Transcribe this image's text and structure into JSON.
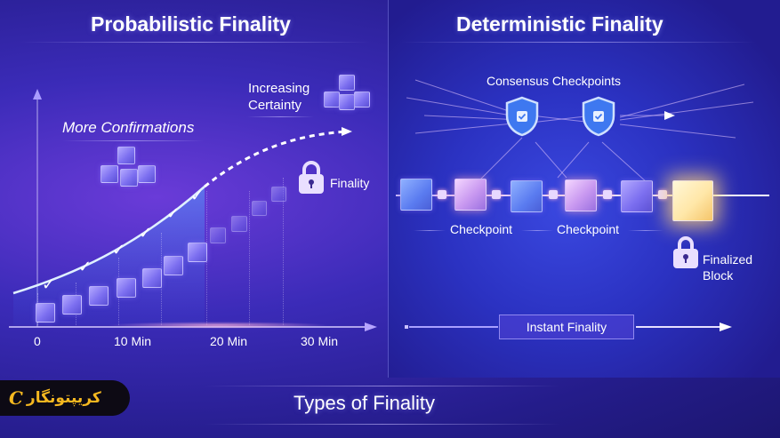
{
  "left_panel": {
    "title": "Probabilistic Finality",
    "label_confirmations": "More Confirmations",
    "label_certainty_line1": "Increasing",
    "label_certainty_line2": "Certainty",
    "label_finality": "Finality",
    "x_axis_ticks": [
      "0",
      "10 Min",
      "20 Min",
      "30 Min"
    ],
    "checkmark_glyph": "✓",
    "icons": [
      "cube-stack-icon",
      "lock-icon",
      "checkmark-icon"
    ]
  },
  "right_panel": {
    "title": "Deterministic Finality",
    "label_checkpoints": "Consensus Checkpoints",
    "checkpoint_labels": [
      "Checkpoint",
      "Checkpoint"
    ],
    "label_finalized_line1": "Finalized",
    "label_finalized_line2": "Block",
    "instant_finality": "Instant Finality",
    "icons": [
      "shield-check-icon",
      "lock-icon",
      "block-chain-icon"
    ]
  },
  "footer": {
    "title": "Types of Finality",
    "logo_text": "کریپتونگار",
    "logo_glyph": "C"
  },
  "colors": {
    "background": "#241c8a",
    "accent_purple": "#7d70f0",
    "accent_gold": "#f5b820",
    "finalized_glow": "#ffe7a8"
  }
}
